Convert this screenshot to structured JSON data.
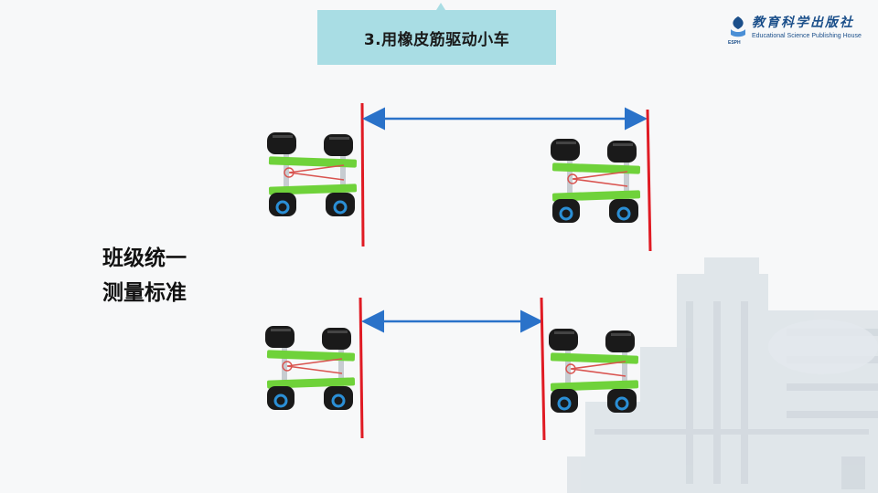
{
  "slide": {
    "title": "3.用橡皮筋驱动小车",
    "side_label_line1": "班级统一",
    "side_label_line2": "测量标准"
  },
  "publisher": {
    "name_cn": "教育科学出版社",
    "name_en": "Educational Science Publishing House",
    "abbr": "ESPH"
  },
  "colors": {
    "title_bg": "#a9dde4",
    "line_red": "#e01b24",
    "arrow_blue": "#2a72c9",
    "frame_green": "#6fd23a",
    "band_red": "#d9534f",
    "brand_blue": "#1b4f8a"
  },
  "icons": [
    "rubber-band-car-icon",
    "double-arrow-icon",
    "publisher-logo-icon"
  ]
}
